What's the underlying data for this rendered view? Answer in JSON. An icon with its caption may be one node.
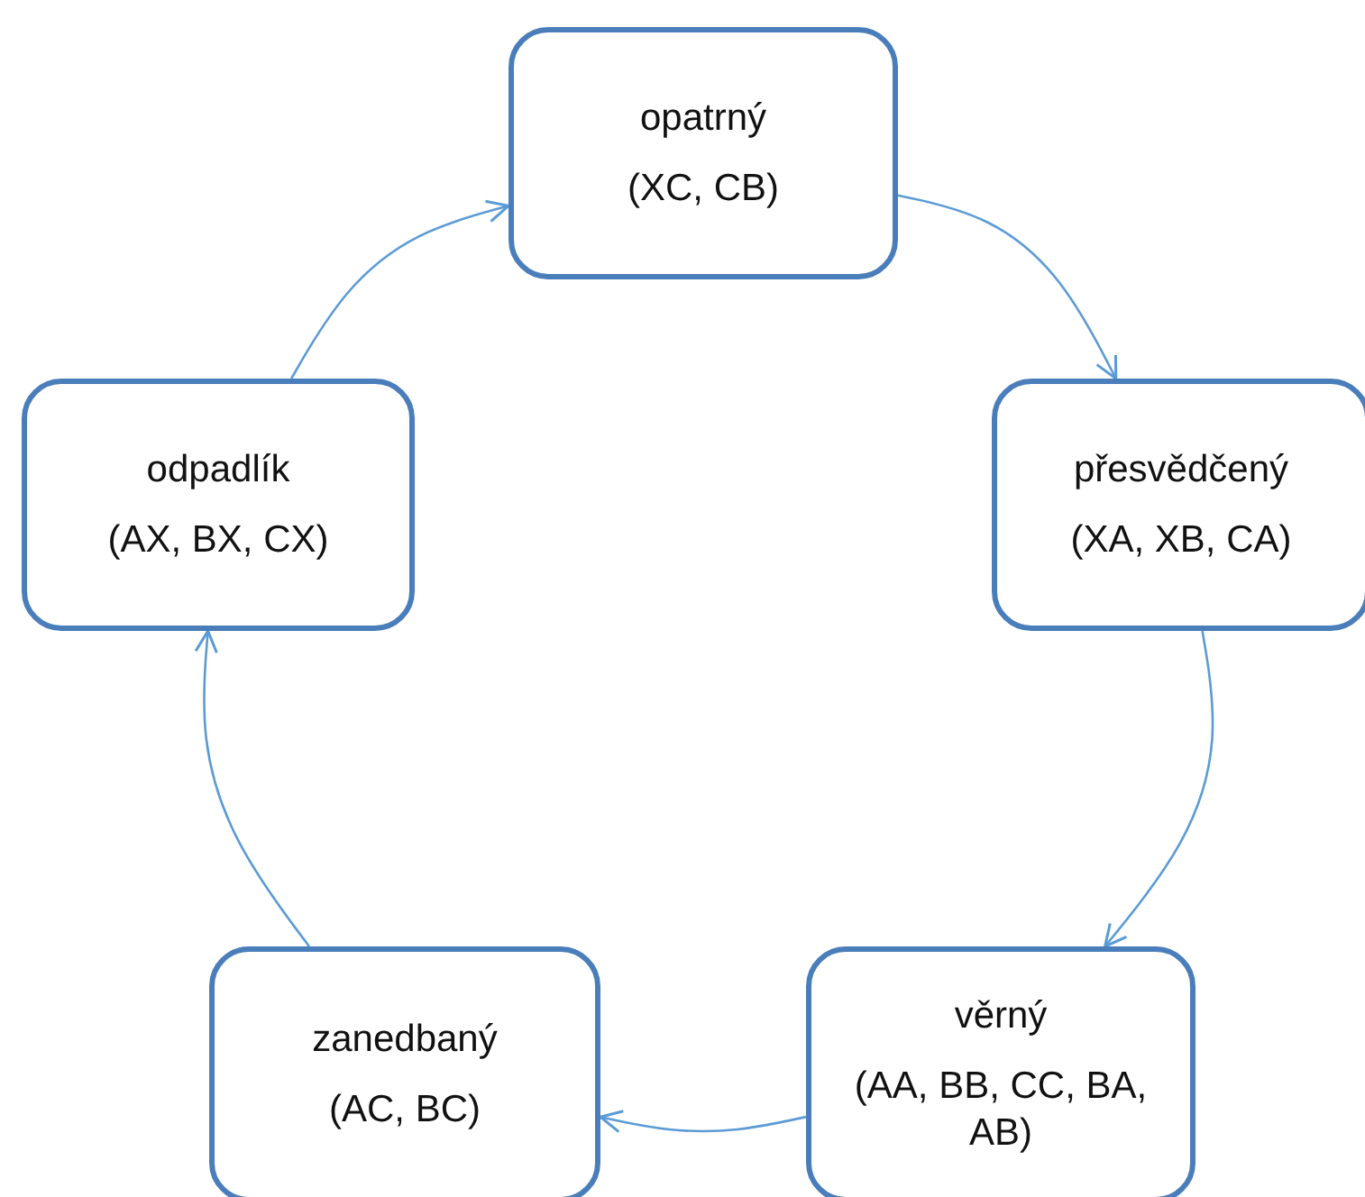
{
  "diagram": {
    "nodes": [
      {
        "text": [
          "opatrný",
          "(XC, CB)"
        ]
      },
      {
        "text": [
          "přesvědčený",
          "(XA, XB, CA)"
        ]
      },
      {
        "text": [
          "věrný",
          "(AA, BB, CC, BA, AB)"
        ]
      },
      {
        "text": [
          "zanedbaný",
          "(AC, BC)"
        ]
      },
      {
        "text": [
          "odpadlík",
          "(AX, BX, CX)"
        ]
      }
    ],
    "edges": [
      {
        "from": 0,
        "to": 1,
        "arrow": "to"
      },
      {
        "from": 1,
        "to": 2,
        "arrow": "to"
      },
      {
        "from": 2,
        "to": 3,
        "arrow": "to"
      },
      {
        "from": 3,
        "to": 4,
        "arrow": "to"
      },
      {
        "from": 4,
        "to": 0,
        "arrow": "to"
      }
    ]
  }
}
